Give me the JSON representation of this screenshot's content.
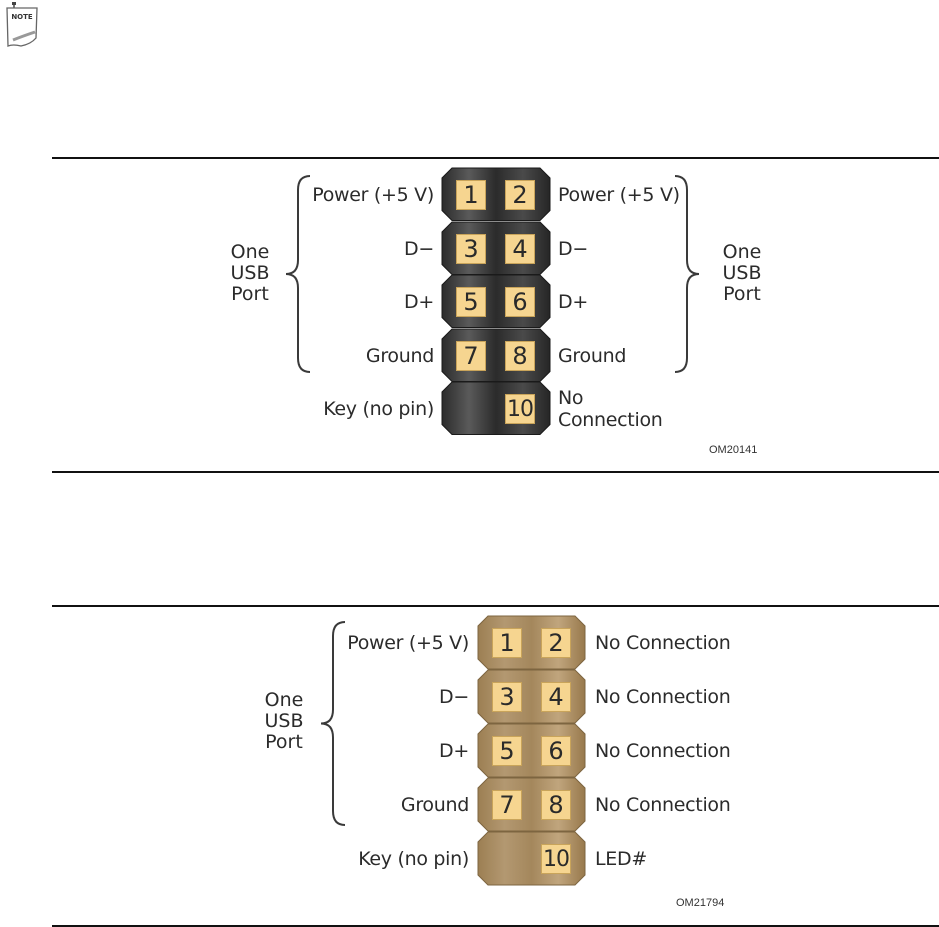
{
  "note_icon": {
    "label": "NOTE",
    "icon": "note-icon"
  },
  "figures": [
    {
      "id": "internal-usb-2-header",
      "connector_color": "black",
      "colors": {
        "shell": "#3a3a3a",
        "pin": "#f6d590"
      },
      "pins": [
        {
          "number": "1",
          "label": "Power (+5 V)",
          "side": "left"
        },
        {
          "number": "2",
          "label": "Power (+5 V)",
          "side": "right"
        },
        {
          "number": "3",
          "label": "D−",
          "side": "left"
        },
        {
          "number": "4",
          "label": "D−",
          "side": "right"
        },
        {
          "number": "5",
          "label": "D+",
          "side": "left"
        },
        {
          "number": "6",
          "label": "D+",
          "side": "right"
        },
        {
          "number": "7",
          "label": "Ground",
          "side": "left"
        },
        {
          "number": "8",
          "label": "Ground",
          "side": "right"
        },
        {
          "number": "",
          "label": "Key (no pin)",
          "side": "left"
        },
        {
          "number": "10",
          "label": "No\nConnection",
          "side": "right"
        }
      ],
      "left_group": "One\nUSB\nPort",
      "right_group": "One\nUSB\nPort",
      "code": "OM20141"
    },
    {
      "id": "internal-usb-1-header",
      "connector_color": "tan",
      "colors": {
        "shell": "#a88a5e",
        "pin": "#f6d590"
      },
      "pins": [
        {
          "number": "1",
          "label": "Power (+5 V)",
          "side": "left"
        },
        {
          "number": "2",
          "label": "No Connection",
          "side": "right"
        },
        {
          "number": "3",
          "label": "D−",
          "side": "left"
        },
        {
          "number": "4",
          "label": "No Connection",
          "side": "right"
        },
        {
          "number": "5",
          "label": "D+",
          "side": "left"
        },
        {
          "number": "6",
          "label": "No Connection",
          "side": "right"
        },
        {
          "number": "7",
          "label": "Ground",
          "side": "left"
        },
        {
          "number": "8",
          "label": "No Connection",
          "side": "right"
        },
        {
          "number": "",
          "label": "Key (no pin)",
          "side": "left"
        },
        {
          "number": "10",
          "label": "LED#",
          "side": "right"
        }
      ],
      "left_group": "One\nUSB\nPort",
      "code": "OM21794"
    }
  ]
}
